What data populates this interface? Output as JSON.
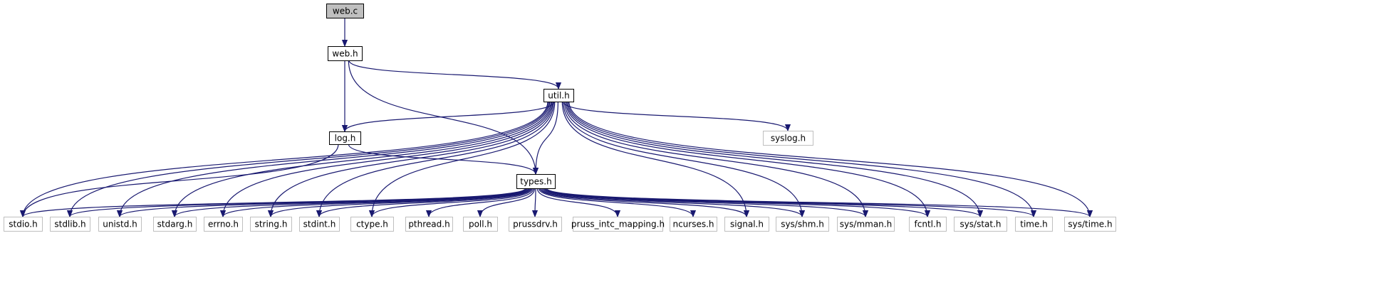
{
  "colors": {
    "edge": "#191970",
    "root_fill": "#bfbfbf",
    "node_border": "#000000",
    "external_border": "#bfbfbf"
  },
  "nodes": [
    {
      "id": "web_c",
      "label": "web.c",
      "kind": "root"
    },
    {
      "id": "web_h",
      "label": "web.h",
      "kind": "internal"
    },
    {
      "id": "util_h",
      "label": "util.h",
      "kind": "internal"
    },
    {
      "id": "log_h",
      "label": "log.h",
      "kind": "internal"
    },
    {
      "id": "syslog_h",
      "label": "syslog.h",
      "kind": "external"
    },
    {
      "id": "types_h",
      "label": "types.h",
      "kind": "internal"
    },
    {
      "id": "stdio_h",
      "label": "stdio.h",
      "kind": "external"
    },
    {
      "id": "stdlib_h",
      "label": "stdlib.h",
      "kind": "external"
    },
    {
      "id": "unistd_h",
      "label": "unistd.h",
      "kind": "external"
    },
    {
      "id": "stdarg_h",
      "label": "stdarg.h",
      "kind": "external"
    },
    {
      "id": "errno_h",
      "label": "errno.h",
      "kind": "external"
    },
    {
      "id": "string_h",
      "label": "string.h",
      "kind": "external"
    },
    {
      "id": "stdint_h",
      "label": "stdint.h",
      "kind": "external"
    },
    {
      "id": "ctype_h",
      "label": "ctype.h",
      "kind": "external"
    },
    {
      "id": "pthread_h",
      "label": "pthread.h",
      "kind": "external"
    },
    {
      "id": "poll_h",
      "label": "poll.h",
      "kind": "external"
    },
    {
      "id": "prussdrv_h",
      "label": "prussdrv.h",
      "kind": "external"
    },
    {
      "id": "pruss_intc_mapping_h",
      "label": "pruss_intc_mapping.h",
      "kind": "external"
    },
    {
      "id": "ncurses_h",
      "label": "ncurses.h",
      "kind": "external"
    },
    {
      "id": "signal_h",
      "label": "signal.h",
      "kind": "external"
    },
    {
      "id": "sys_shm_h",
      "label": "sys/shm.h",
      "kind": "external"
    },
    {
      "id": "sys_mman_h",
      "label": "sys/mman.h",
      "kind": "external"
    },
    {
      "id": "fcntl_h",
      "label": "fcntl.h",
      "kind": "external"
    },
    {
      "id": "sys_stat_h",
      "label": "sys/stat.h",
      "kind": "external"
    },
    {
      "id": "time_h",
      "label": "time.h",
      "kind": "external"
    },
    {
      "id": "sys_time_h",
      "label": "sys/time.h",
      "kind": "external"
    }
  ],
  "edges": [
    [
      "web_c",
      "web_h"
    ],
    [
      "web_h",
      "util_h"
    ],
    [
      "web_h",
      "log_h"
    ],
    [
      "web_h",
      "types_h"
    ],
    [
      "util_h",
      "log_h"
    ],
    [
      "util_h",
      "syslog_h"
    ],
    [
      "util_h",
      "types_h"
    ],
    [
      "util_h",
      "stdio_h"
    ],
    [
      "util_h",
      "stdlib_h"
    ],
    [
      "util_h",
      "unistd_h"
    ],
    [
      "util_h",
      "stdarg_h"
    ],
    [
      "util_h",
      "errno_h"
    ],
    [
      "util_h",
      "string_h"
    ],
    [
      "util_h",
      "stdint_h"
    ],
    [
      "util_h",
      "ctype_h"
    ],
    [
      "util_h",
      "signal_h"
    ],
    [
      "util_h",
      "sys_shm_h"
    ],
    [
      "util_h",
      "sys_mman_h"
    ],
    [
      "util_h",
      "fcntl_h"
    ],
    [
      "util_h",
      "sys_stat_h"
    ],
    [
      "util_h",
      "time_h"
    ],
    [
      "util_h",
      "sys_time_h"
    ],
    [
      "log_h",
      "stdio_h"
    ],
    [
      "log_h",
      "types_h"
    ],
    [
      "types_h",
      "stdio_h"
    ],
    [
      "types_h",
      "stdlib_h"
    ],
    [
      "types_h",
      "unistd_h"
    ],
    [
      "types_h",
      "stdarg_h"
    ],
    [
      "types_h",
      "errno_h"
    ],
    [
      "types_h",
      "string_h"
    ],
    [
      "types_h",
      "stdint_h"
    ],
    [
      "types_h",
      "ctype_h"
    ],
    [
      "types_h",
      "pthread_h"
    ],
    [
      "types_h",
      "poll_h"
    ],
    [
      "types_h",
      "prussdrv_h"
    ],
    [
      "types_h",
      "pruss_intc_mapping_h"
    ],
    [
      "types_h",
      "ncurses_h"
    ],
    [
      "types_h",
      "signal_h"
    ],
    [
      "types_h",
      "sys_shm_h"
    ],
    [
      "types_h",
      "sys_mman_h"
    ],
    [
      "types_h",
      "fcntl_h"
    ],
    [
      "types_h",
      "sys_stat_h"
    ],
    [
      "types_h",
      "time_h"
    ],
    [
      "types_h",
      "sys_time_h"
    ]
  ]
}
